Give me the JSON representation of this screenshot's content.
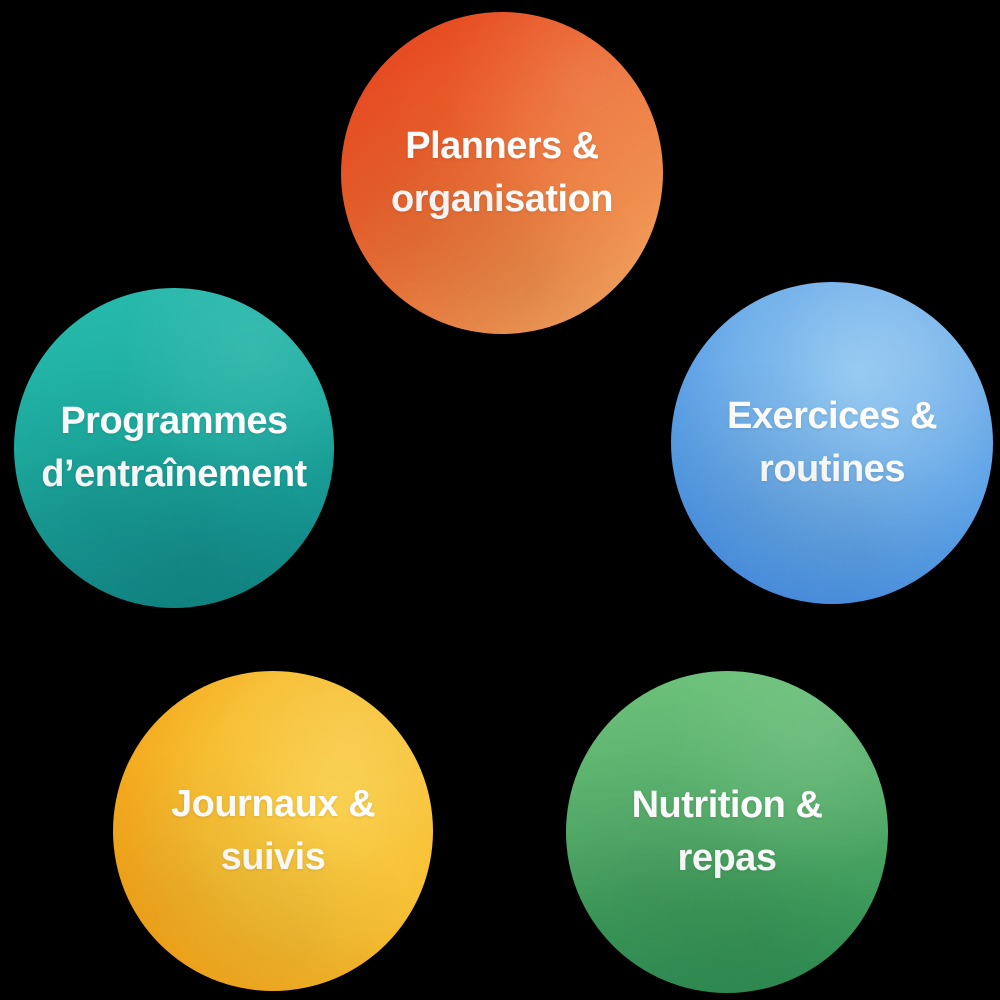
{
  "canvas": {
    "background_color": "#000000",
    "text_color": "#ffffff"
  },
  "bubbles": [
    {
      "name": "planners-organisation",
      "lines": [
        "Planners &",
        "organisation"
      ],
      "gradient": [
        "#e33c1b",
        "#ee8445",
        "#f3ac68"
      ]
    },
    {
      "name": "programmes-entrainement",
      "lines": [
        "Programmes",
        "d’entraînement"
      ],
      "gradient": [
        "#28bcae",
        "#1dab9f",
        "#0f8280"
      ]
    },
    {
      "name": "exercices-routines",
      "lines": [
        "Exercices &",
        "routines"
      ],
      "gradient": [
        "#92c8f1",
        "#73b1ea",
        "#3b7add"
      ]
    },
    {
      "name": "journaux-suivis",
      "lines": [
        "Journaux &",
        "suivis"
      ],
      "gradient": [
        "#f9ce48",
        "#f7c034",
        "#f1960e"
      ]
    },
    {
      "name": "nutrition-repas",
      "lines": [
        "Nutrition &",
        "repas"
      ],
      "gradient": [
        "#6ec37b",
        "#55ad6a",
        "#2d8b51"
      ]
    }
  ]
}
